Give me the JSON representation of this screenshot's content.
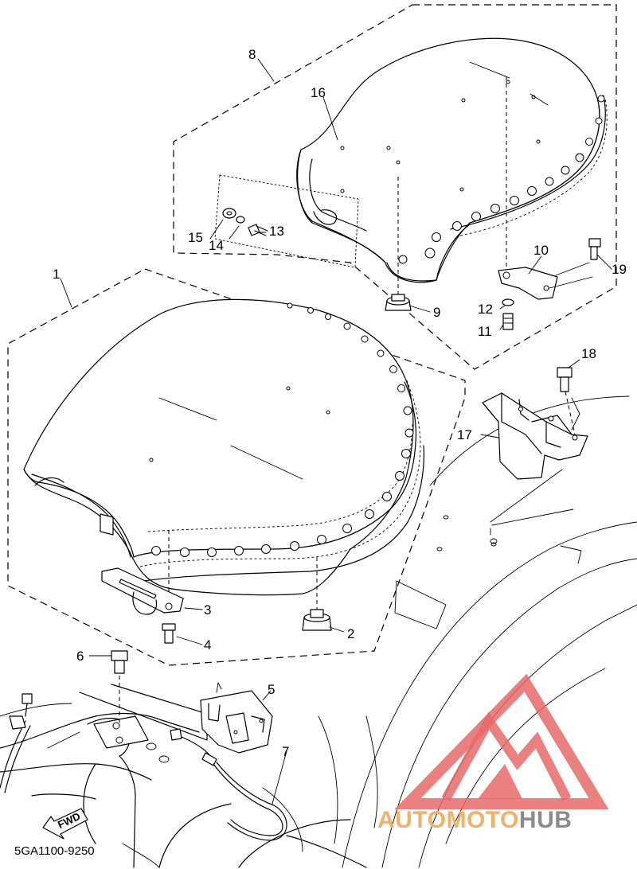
{
  "diagram": {
    "callouts": {
      "c1": "1",
      "c2": "2",
      "c3": "3",
      "c4": "4",
      "c5": "5",
      "c6": "6",
      "c7": "7",
      "c8": "8",
      "c9": "9",
      "c10": "10",
      "c11": "11",
      "c12": "12",
      "c13": "13",
      "c14": "14",
      "c15": "15",
      "c16": "16",
      "c17": "17",
      "c18": "18",
      "c19": "19"
    },
    "fwd_label": "FWD",
    "part_code": "5GA1100-9250"
  },
  "watermark": {
    "brand_part1": "AUTOMOTO",
    "brand_part2": "HUB",
    "colors": {
      "triangle": "#e86a6a",
      "auto_moto": "#f0b26a",
      "hub": "#8b8b8b"
    }
  }
}
